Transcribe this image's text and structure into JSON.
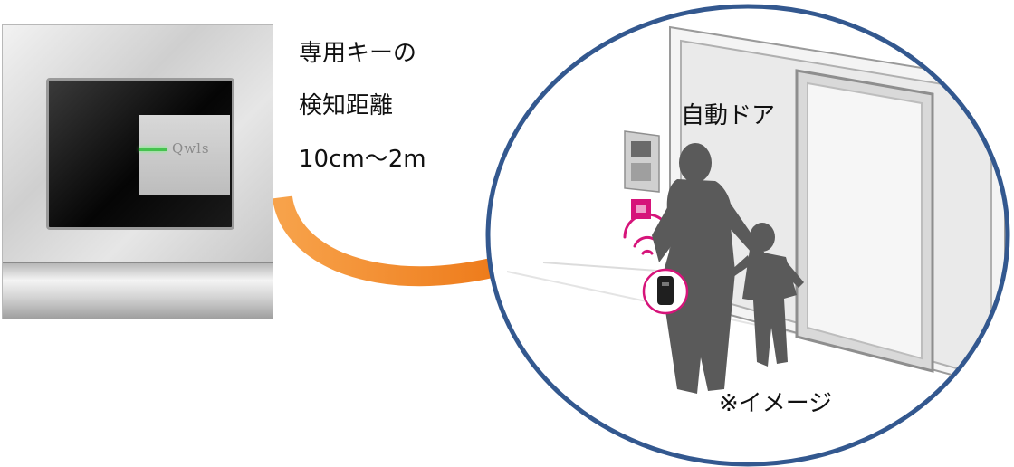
{
  "caption": {
    "line1": "専用キーの",
    "line2": "検知距離",
    "line3": "10cm〜2m"
  },
  "scene": {
    "door_label": "自動ドア",
    "image_note": "※イメージ"
  },
  "sensor": {
    "logo_text": "Qwls"
  },
  "colors": {
    "circle_border": "#33588f",
    "arrow": "#f07d11",
    "accent_magenta": "#d6147a",
    "led_green": "#46c24f",
    "silhouette": "#5a5a5a"
  }
}
